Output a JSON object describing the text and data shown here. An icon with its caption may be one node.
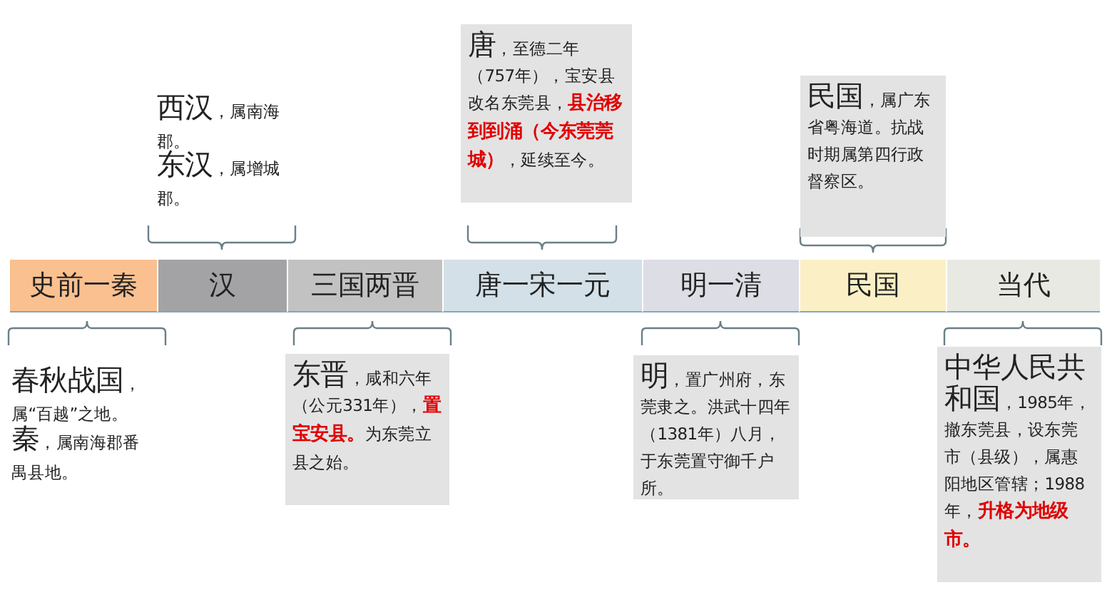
{
  "diagram": {
    "nodes": [
      {
        "text": [
          "史前一秦"
        ]
      },
      {
        "text": [
          "汉"
        ]
      },
      {
        "text": [
          "三国两晋"
        ]
      },
      {
        "text": [
          "唐一宋一元"
        ]
      },
      {
        "text": [
          "明一清"
        ]
      },
      {
        "text": [
          "民国"
        ]
      },
      {
        "text": [
          "当代"
        ]
      },
      {
        "text": [
          "唐",
          "，至德二年（757年），宝安县改名东莞县，**县治移到到涌（今东莞莞城）**，延续至今。"
        ]
      },
      {
        "text": [
          "民国",
          "，属广东省粤海道。抗战时期属第四行政督察区。"
        ]
      },
      {
        "text": [
          "东晋",
          "，咸和六年（公元331年），**置宝安县。**为东莞立县之始。"
        ]
      },
      {
        "text": [
          "明",
          "，置广州府，东莞隶之。洪武十四年（1381年）八月，于东莞置守御千户所。"
        ]
      },
      {
        "text": [
          "中华人民共和国",
          "，1985年，撤东莞县，设东莞市（县级），属惠阳地区管辖；1988年，**升格为地级市。**"
        ]
      }
    ],
    "labels": [
      "西汉",
      "，属南海郡。",
      "东汉",
      "，属增城郡。",
      "春秋战国",
      "，属“百越”之地。",
      "秦",
      "，属南海郡番禺县地。"
    ]
  }
}
